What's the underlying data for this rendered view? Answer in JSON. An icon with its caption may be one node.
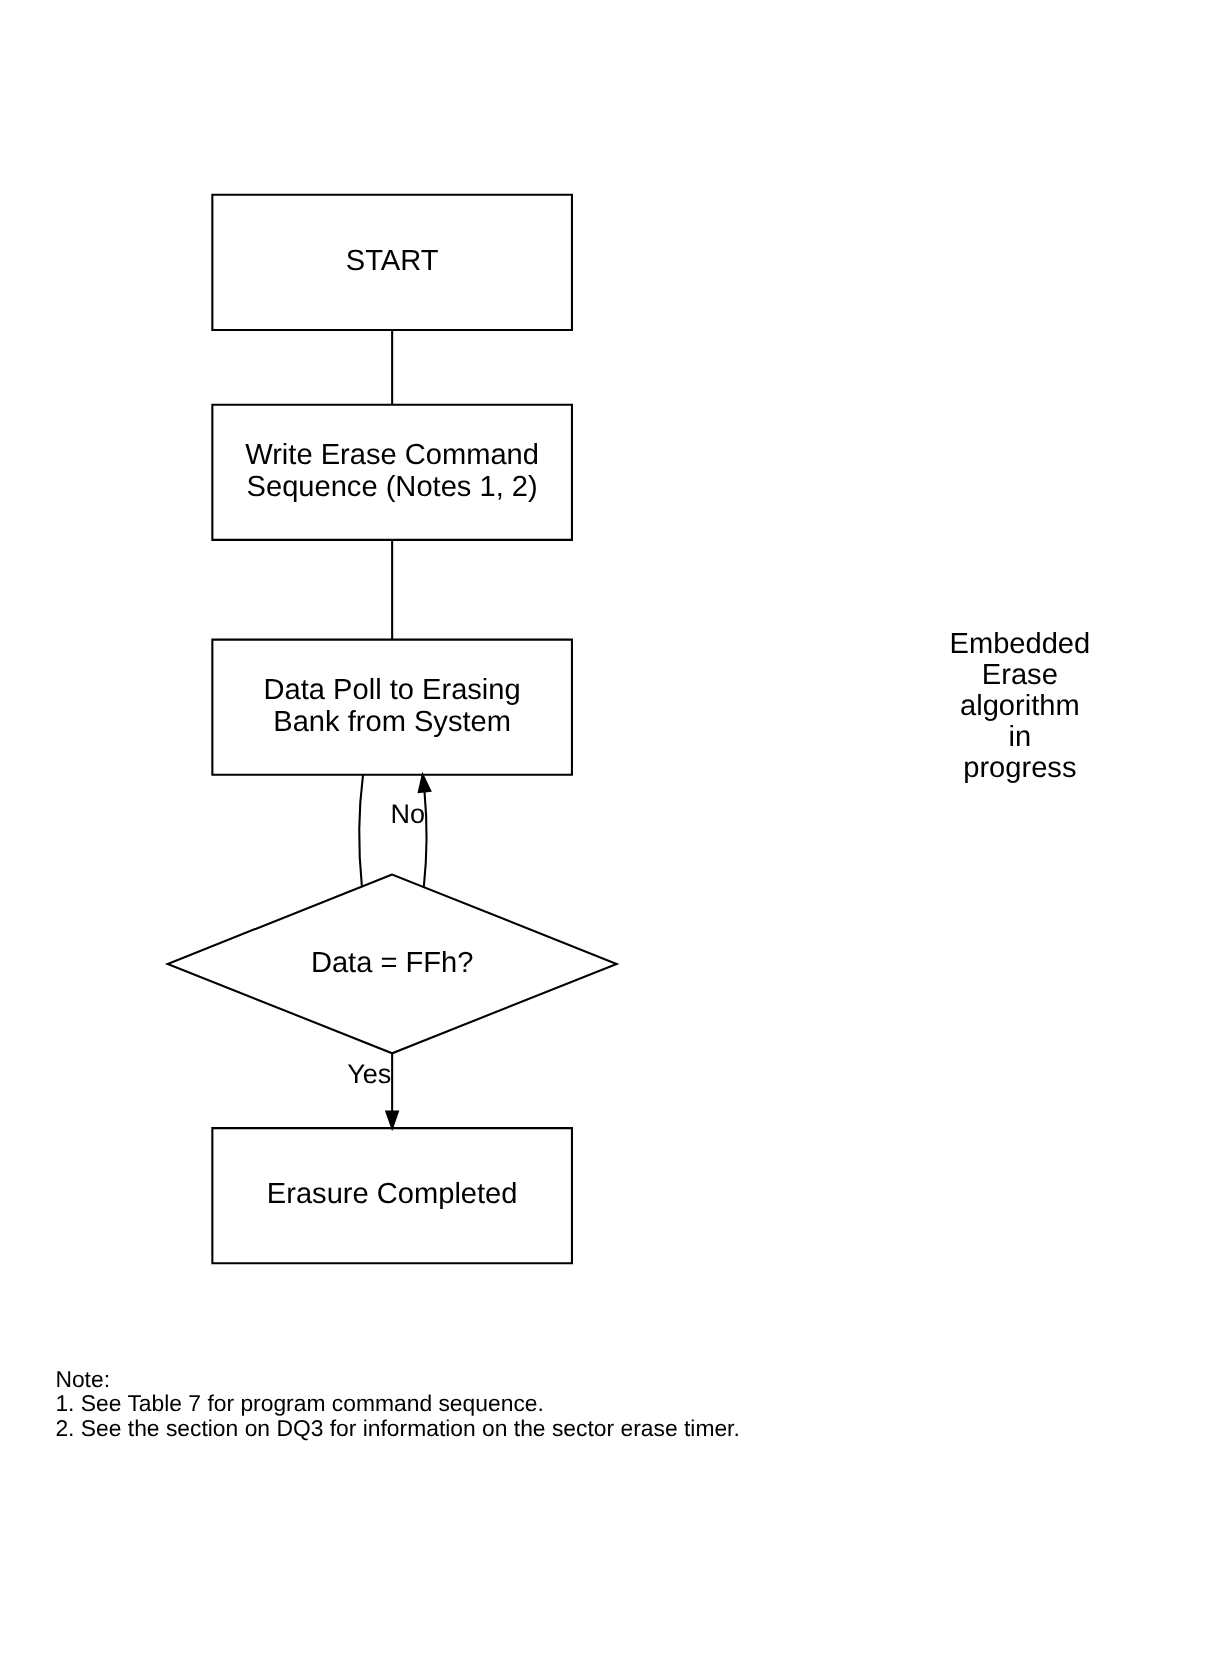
{
  "diagram": {
    "nodes": [
      {
        "text": [
          "START"
        ]
      },
      {
        "text": [
          "Write Erase Command Sequence (Notes 1, 2)"
        ]
      },
      {
        "text": [
          "Data Poll to Erasing Bank from System"
        ]
      },
      {
        "text": [
          "Data = FFh?"
        ]
      },
      {
        "text": [
          "Erasure Completed"
        ]
      }
    ],
    "edges": [
      {
        "from": 0,
        "to": 1,
        "arrow": "none"
      },
      {
        "from": 1,
        "to": 2,
        "arrow": "none"
      },
      {
        "from": 2,
        "to": 3,
        "arrow": "none"
      },
      {
        "from": 3,
        "to": 2,
        "arrow": "to",
        "label": "No"
      },
      {
        "from": 3,
        "to": 4,
        "arrow": "to",
        "label": "Yes"
      }
    ],
    "labels": [
      "Embedded Erase algorithm in progress",
      "Note:",
      "1. See Table 7 for program command sequence.",
      "2. See the section on DQ3 for information on the sector erase timer."
    ]
  }
}
